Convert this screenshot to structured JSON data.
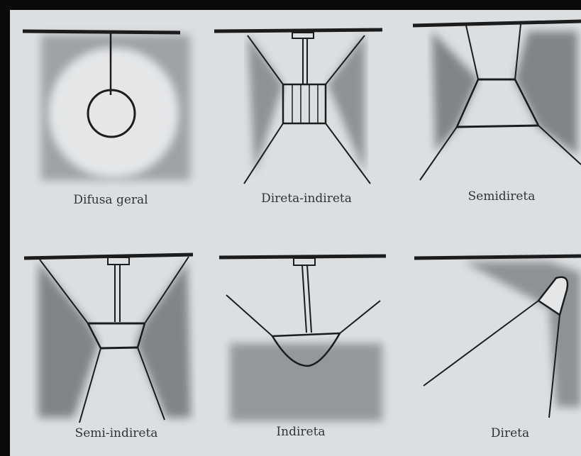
{
  "panels": [
    {
      "id": "difusa-geral",
      "label": "Difusa geral"
    },
    {
      "id": "direta-indireta",
      "label": "Direta-indireta"
    },
    {
      "id": "semidireta",
      "label": "Semidireta"
    },
    {
      "id": "semi-indireta",
      "label": "Semi-indireta"
    },
    {
      "id": "indireta",
      "label": "Indireta"
    },
    {
      "id": "direta",
      "label": "Direta"
    }
  ],
  "colors": {
    "paper": "#dcdfe2",
    "ink": "#1c1c1c",
    "shade": "#555a5e",
    "frame": "#0a0a0a"
  }
}
